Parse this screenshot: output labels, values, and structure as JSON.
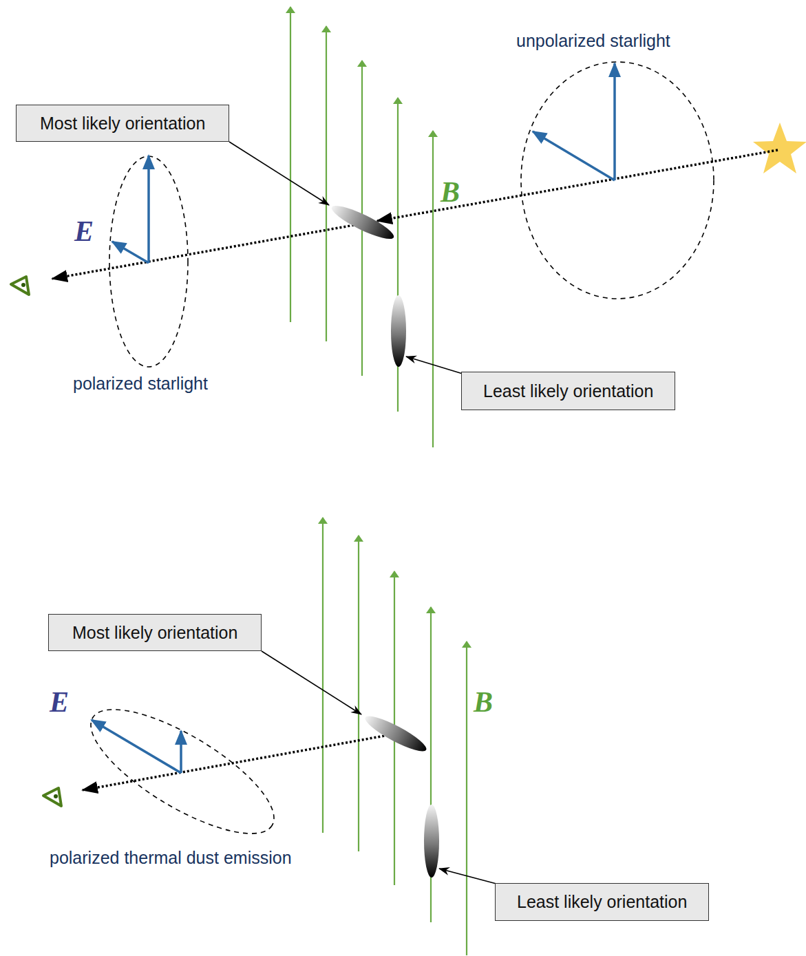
{
  "diagram": {
    "nodes": [
      {
        "text": [
          "Most likely orientation"
        ]
      },
      {
        "text": [
          "Least likely orientation"
        ]
      },
      {
        "text": [
          "Most likely orientation"
        ]
      },
      {
        "text": [
          "Least likely orientation"
        ]
      }
    ],
    "labels": [
      "unpolarized starlight",
      "B",
      "E",
      "polarized starlight",
      "E",
      "B",
      "polarized thermal dust emission"
    ]
  }
}
